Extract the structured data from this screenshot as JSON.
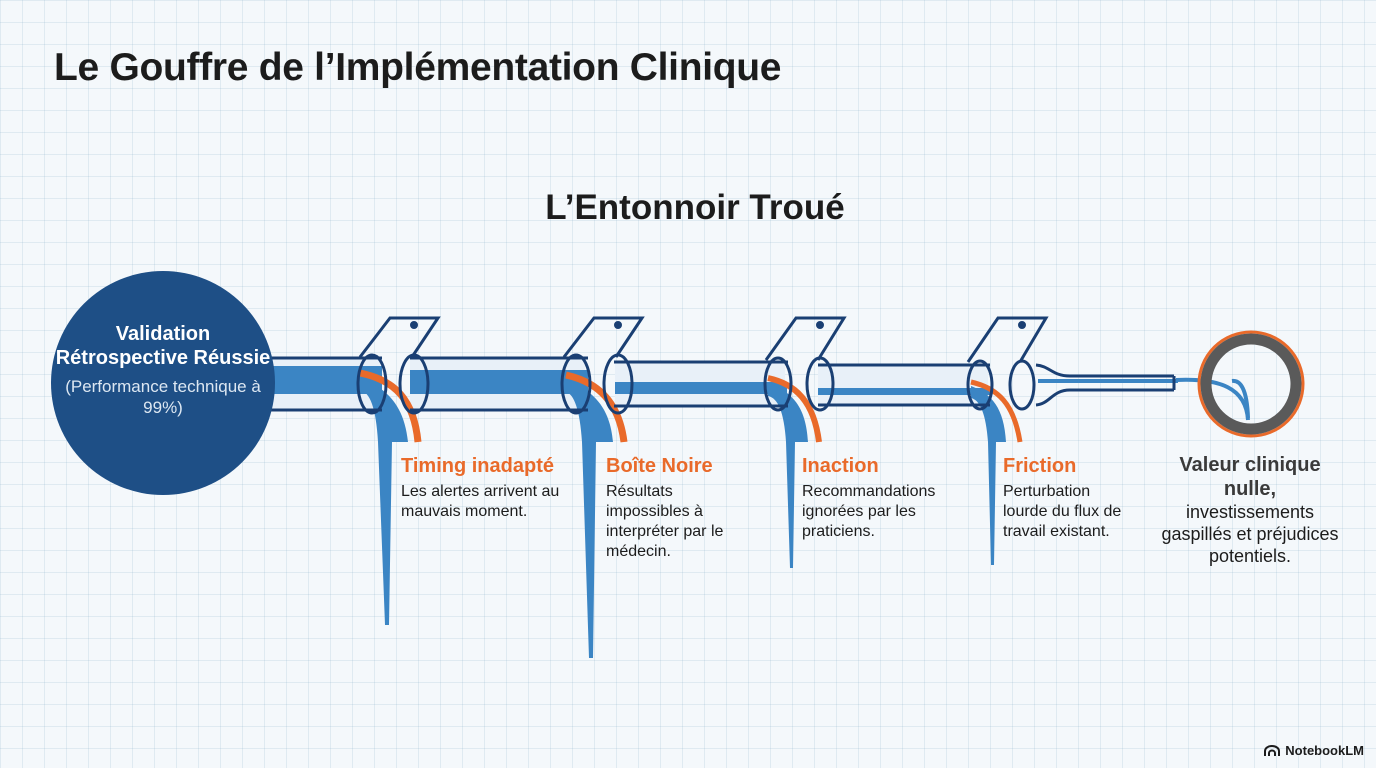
{
  "title": "Le Gouffre de l’Implémentation Clinique",
  "funnel_title": "L’Entonnoir Troué",
  "start": {
    "title": "Validation Rétrospective Réussie",
    "subtitle": "(Performance technique à 99%)"
  },
  "leaks": [
    {
      "title": "Timing inadapté",
      "desc": "Les alertes arrivent au mauvais moment."
    },
    {
      "title": "Boîte Noire",
      "desc": "Résultats impossibles à interpréter par le médecin."
    },
    {
      "title": "Inaction",
      "desc": "Recommandations ignorées par les praticiens."
    },
    {
      "title": "Friction",
      "desc": "Perturbation lourde du flux de travail existant."
    }
  ],
  "end": {
    "title": "Valeur clinique nulle,",
    "desc": "investissements gaspillés et préjudices potentiels."
  },
  "watermark": "NotebookLM",
  "colors": {
    "navy": "#1e4f86",
    "flow_blue": "#3b85c4",
    "outline": "#1a3f73",
    "leak_orange": "#e96a2a",
    "end_ring": "#5a5a5a"
  }
}
